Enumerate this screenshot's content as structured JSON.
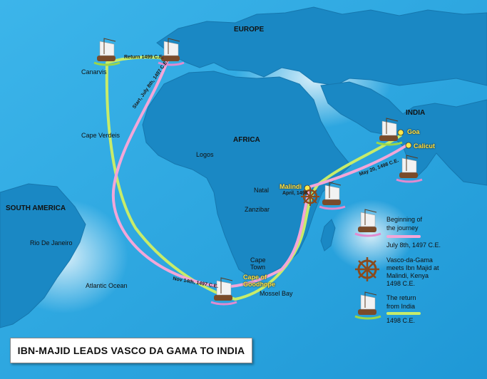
{
  "title": "IBN-MAJID LEADS VASCO DA GAMA TO INDIA",
  "colors": {
    "ocean": "#2fa8e0",
    "land": "#1f8fc8",
    "outbound_route": "#f3a6d8",
    "return_route": "#c7ec6a"
  },
  "labels": {
    "europe": "EUROPE",
    "africa": "AFRICA",
    "india": "INDIA",
    "south_america": "SOUTH AMERICA",
    "canarvis": "Canarvis",
    "cape_verdeis": "Cape Verdeis",
    "logos": "Logos",
    "natal": "Natal",
    "zanzibar": "Zanzibar",
    "rio": "Rio De Janeiro",
    "atlantic": "Atlantic Ocean",
    "cape_town": "Cape\nTown",
    "cape_good_hope": "Cape of\nGoodhope",
    "mossel_bay": "Mossel Bay",
    "malindi": "Malindi",
    "goa": "Goa",
    "calicut": "Calicut"
  },
  "route_labels": {
    "return_1499": "Return 1499 C.E.",
    "start": "Start, July 8th, 1497 C.E.",
    "nov": "Nov 14th, 1497 C.E.",
    "april": "April, 1498",
    "may": "May 20, 1498 C.E."
  },
  "legend": {
    "beginning": "Beginning of\nthe journey",
    "beginning_date": "July 8th, 1497 C.E.",
    "meets": "Vasco-da-Gama\nmeets Ibn Majid at\nMalindi, Kenya\n1498 C.E.",
    "return": "The return\nfrom India",
    "return_date": "1498 C.E."
  }
}
